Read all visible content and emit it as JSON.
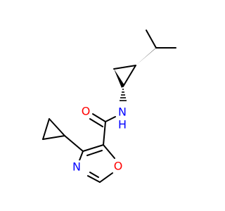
{
  "molecule": {
    "atom_labels": {
      "carbonyl_oxygen": "O",
      "amide_nitrogen": "N",
      "amide_hydrogen": "H",
      "ring_oxygen": "O",
      "ring_nitrogen": "N"
    },
    "colors": {
      "bond": "#000000",
      "oxygen": "#ff0000",
      "nitrogen": "#0000ff"
    }
  }
}
